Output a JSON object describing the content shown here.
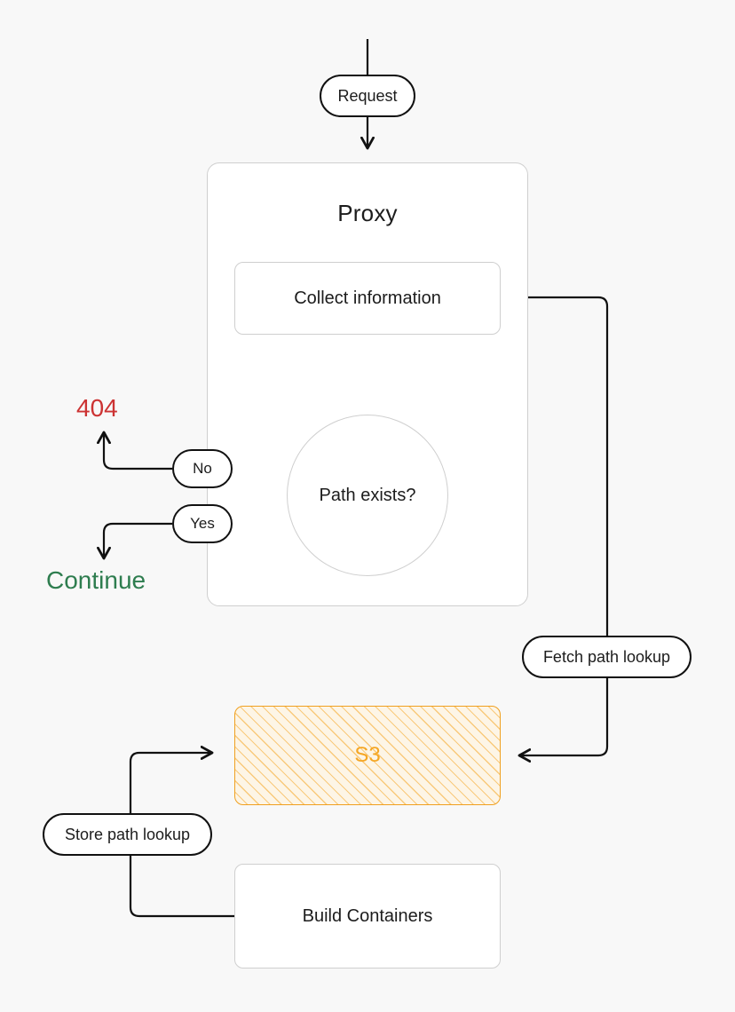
{
  "diagram": {
    "type": "flowchart",
    "background_color": "#f8f8f8",
    "title_node": "Proxy",
    "nodes": {
      "request": {
        "label": "Request",
        "shape": "pill"
      },
      "proxy_group": {
        "label": "Proxy",
        "shape": "group-box"
      },
      "collect": {
        "label": "Collect information",
        "shape": "rect"
      },
      "path_exists": {
        "label": "Path exists?",
        "shape": "circle"
      },
      "no_branch": {
        "label": "No",
        "shape": "pill"
      },
      "yes_branch": {
        "label": "Yes",
        "shape": "pill"
      },
      "not_found": {
        "label": "404",
        "shape": "text",
        "color": "#cc3333"
      },
      "continue": {
        "label": "Continue",
        "shape": "text",
        "color": "#2e7d4f"
      },
      "fetch_lookup": {
        "label": "Fetch path lookup",
        "shape": "pill"
      },
      "store_lookup": {
        "label": "Store path lookup",
        "shape": "pill"
      },
      "s3": {
        "label": "S3",
        "shape": "hatched-rect",
        "color": "#f5a623"
      },
      "build_containers": {
        "label": "Build Containers",
        "shape": "rect"
      }
    },
    "colors": {
      "edge": "#111111",
      "box_border": "#cfcfcf",
      "text": "#1c1c1c",
      "error": "#cc3333",
      "success": "#2e7d4f",
      "storage": "#f5a623",
      "storage_fill": "#fdf5e6"
    }
  }
}
